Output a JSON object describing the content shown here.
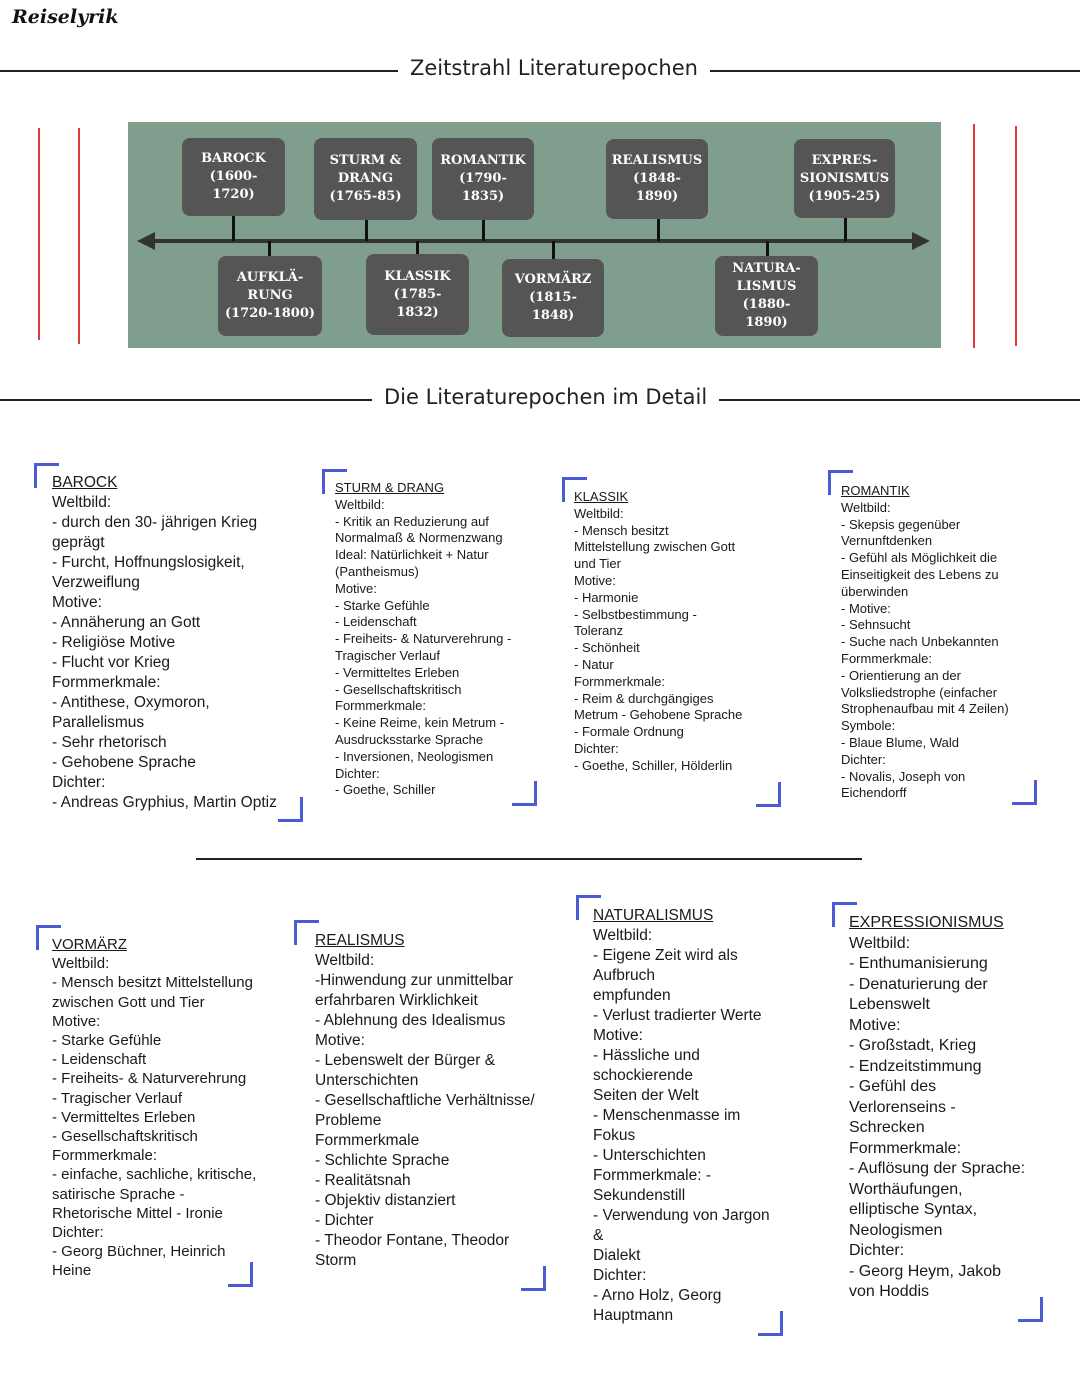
{
  "logo": "Reiselyrik",
  "header": {
    "title": "Zeitstrahl Literaturepochen"
  },
  "timeline": {
    "top": [
      {
        "name": "BAROCK",
        "lines": [
          "BAROCK",
          "(1600-",
          "1720)"
        ]
      },
      {
        "name": "STURM & DRANG",
        "lines": [
          "STURM &",
          "DRANG",
          "(1765-85)"
        ]
      },
      {
        "name": "ROMANTIK",
        "lines": [
          "ROMANTIK",
          "(1790-",
          "1835)"
        ]
      },
      {
        "name": "REALISMUS",
        "lines": [
          "REALISMUS",
          "(1848-",
          "1890)"
        ]
      },
      {
        "name": "EXPRESSIONISMUS",
        "lines": [
          "EXPRES-",
          "SIONISMUS",
          "(1905-25)"
        ]
      }
    ],
    "bottom": [
      {
        "name": "AUFKLÄRUNG",
        "lines": [
          "AUFKLÄ-",
          "RUNG",
          "(1720-1800)"
        ]
      },
      {
        "name": "KLASSIK",
        "lines": [
          "KLASSIK",
          "(1785-",
          "1832)"
        ]
      },
      {
        "name": "VORMÄRZ",
        "lines": [
          "VORMÄRZ",
          "(1815-",
          "1848)"
        ]
      },
      {
        "name": "NATURALISMUS",
        "lines": [
          "NATURA-",
          "LISMUS",
          "(1880-",
          "1890)"
        ]
      }
    ]
  },
  "detail": {
    "title": "Die Literaturepochen im Detail"
  },
  "cards": [
    {
      "title": "BAROCK",
      "lines": [
        "Weltbild:",
        "- durch den 30- jährigen Krieg",
        "geprägt",
        "- Furcht, Hoffnungslosigkeit,",
        "Verzweiflung",
        "Motive:",
        "- Annäherung an Gott",
        "- Religiöse Motive",
        "- Flucht vor Krieg",
        "Formmerkmale:",
        "- Antithese, Oxymoron,",
        "Parallelismus",
        "- Sehr rhetorisch",
        "- Gehobene Sprache",
        "Dichter:",
        "- Andreas Gryphius, Martin Optiz"
      ]
    },
    {
      "title": "STURM & DRANG",
      "lines": [
        "Weltbild:",
        "- Kritik an Reduzierung auf",
        "Normalmaß & Normenzwang",
        "Ideal: Natürlichkeit + Natur",
        "(Pantheismus)",
        "Motive:",
        "- Starke Gefühle",
        "- Leidenschaft",
        "- Freiheits- & Naturverehrung -",
        "Tragischer Verlauf",
        "- Vermitteltes Erleben",
        "- Gesellschaftskritisch",
        "Formmerkmale:",
        "- Keine Reime, kein Metrum -",
        "Ausdrucksstarke Sprache",
        "- Inversionen, Neologismen",
        "Dichter:",
        "- Goethe, Schiller"
      ]
    },
    {
      "title": "KLASSIK",
      "lines": [
        "Weltbild:",
        "- Mensch besitzt",
        "Mittelstellung zwischen Gott",
        "und Tier",
        "Motive:",
        "- Harmonie",
        "- Selbstbestimmung -",
        "Toleranz",
        "- Schönheit",
        "- Natur",
        "Formmerkmale:",
        "- Reim & durchgängiges",
        "Metrum - Gehobene Sprache",
        "- Formale Ordnung",
        "Dichter:",
        "- Goethe, Schiller, Hölderlin"
      ]
    },
    {
      "title": "ROMANTIK",
      "lines": [
        "Weltbild:",
        "- Skepsis gegenüber",
        "Vernunftdenken",
        "- Gefühl als Möglichkeit die",
        "Einseitigkeit des Lebens zu",
        "überwinden",
        "- Motive:",
        "- Sehnsucht",
        "- Suche nach Unbekannten",
        "Formmerkmale:",
        "- Orientierung an der",
        "Volksliedstrophe (einfacher",
        "Strophenaufbau mit 4 Zeilen)",
        "Symbole:",
        "- Blaue Blume, Wald",
        "Dichter:",
        "- Novalis, Joseph von",
        "Eichendorff"
      ]
    },
    {
      "title": "VORMÄRZ",
      "lines": [
        "Weltbild:",
        "- Mensch besitzt Mittelstellung",
        "zwischen Gott und Tier",
        "Motive:",
        "- Starke Gefühle",
        "- Leidenschaft",
        "- Freiheits- & Naturverehrung",
        "- Tragischer Verlauf",
        "- Vermitteltes Erleben",
        "- Gesellschaftskritisch",
        "Formmerkmale:",
        "- einfache, sachliche, kritische,",
        "satirische Sprache -",
        "Rhetorische Mittel - Ironie",
        "Dichter:",
        "- Georg Büchner, Heinrich",
        "Heine"
      ]
    },
    {
      "title": "REALISMUS",
      "lines": [
        "Weltbild:",
        "-Hinwendung zur unmittelbar",
        "erfahrbaren Wirklichkeit",
        "- Ablehnung des Idealismus",
        "Motive:",
        "- Lebenswelt der Bürger &",
        "Unterschichten",
        "- Gesellschaftliche Verhältnisse/",
        "Probleme",
        "Formmerkmale",
        "- Schlichte Sprache",
        "- Realitätsnah",
        "- Objektiv distanziert",
        "- Dichter",
        "- Theodor Fontane, Theodor",
        "Storm"
      ]
    },
    {
      "title": "NATURALISMUS",
      "lines": [
        "Weltbild:",
        "- Eigene Zeit wird als",
        "Aufbruch",
        "empfunden",
        "- Verlust tradierter Werte",
        "Motive:",
        "- Hässliche und",
        "schockierende",
        "Seiten der Welt",
        "- Menschenmasse im",
        "Fokus",
        "- Unterschichten",
        "Formmerkmale: -",
        "Sekundenstill",
        "- Verwendung von Jargon",
        "&",
        "Dialekt",
        "Dichter:",
        "- Arno Holz, Georg",
        "Hauptmann"
      ]
    },
    {
      "title": "EXPRESSIONISMUS",
      "lines": [
        "Weltbild:",
        "- Enthumanisierung",
        "- Denaturierung der",
        "Lebenswelt",
        "Motive:",
        "- Großstadt, Krieg",
        "- Endzeitstimmung",
        "- Gefühl des",
        "Verlorenseins -",
        "Schrecken",
        "Formmerkmale:",
        "- Auflösung der Sprache:",
        "Worthäufungen,",
        "elliptische Syntax,",
        "Neologismen",
        "Dichter:",
        "- Georg Heym, Jakob",
        "von Hoddis"
      ]
    }
  ]
}
